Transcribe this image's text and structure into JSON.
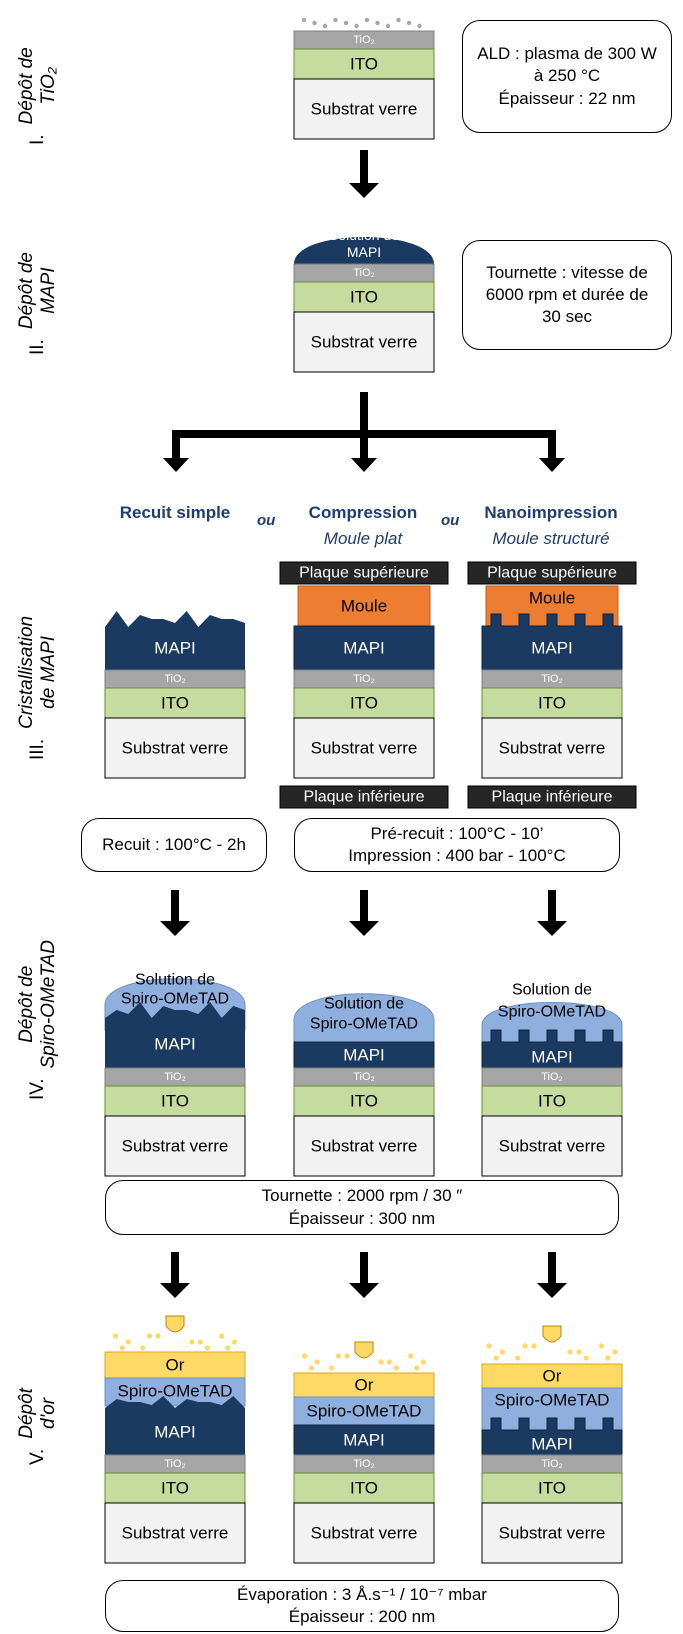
{
  "colors": {
    "mapi": "#1a3a62",
    "tio2": "#a6a6a6",
    "ito": "#c5dc9e",
    "substrate": "#f2f2f2",
    "spiro": "#8fb0de",
    "gold": "#ffd966",
    "mould": "#ed7d31",
    "plate": "#262626",
    "heading": "#1f3d73"
  },
  "layers": {
    "tio2": "TiO₂",
    "ito": "ITO",
    "substrate": "Substrat verre",
    "mapi": "MAPI",
    "mapi_solution": "Solution de MAPI",
    "spiro": "Spiro-OMeTAD",
    "spiro_solution": "Solution de Spiro-OMeTAD",
    "gold": "Or",
    "mould": "Moule",
    "top_plate": "Plaque supérieure",
    "bottom_plate": "Plaque inférieure"
  },
  "steps": {
    "s1": {
      "num": "I.",
      "label_line1": "Dépôt de",
      "label_line2": "TiO₂"
    },
    "s2": {
      "num": "II.",
      "label_line1": "Dépôt de",
      "label_line2": "MAPI"
    },
    "s3": {
      "num": "III.",
      "label_line1": "Cristallisation",
      "label_line2": "de MAPI"
    },
    "s4": {
      "num": "IV.",
      "label_line1": "Dépôt de",
      "label_line2": "Spiro-OMeTAD"
    },
    "s5": {
      "num": "V.",
      "label_line1": "Dépôt",
      "label_line2": "d'or"
    }
  },
  "conditions": {
    "ald": "ALD : plasma de 300 W\nà 250 °C\nÉpaisseur : 22 nm",
    "spin_mapi": "Tournette : vitesse de\n6000 rpm et durée de\n30 sec",
    "anneal": "Recuit : 100°C - 2h",
    "press": "Pré-recuit : 100°C - 10’\nImpression : 400 bar - 100°C",
    "spin_spiro": "Tournette : 2000 rpm / 30 ″\nÉpaisseur : 300 nm",
    "evap": "Évaporation : 3 Å.s⁻¹ / 10⁻⁷ mbar\nÉpaisseur : 200 nm"
  },
  "branches": {
    "simple": {
      "title": "Recuit simple"
    },
    "compression": {
      "title": "Compression",
      "subtitle": "Moule plat"
    },
    "nano": {
      "title": "Nanoimpression",
      "subtitle": "Moule structuré"
    },
    "or_label": "ou"
  }
}
